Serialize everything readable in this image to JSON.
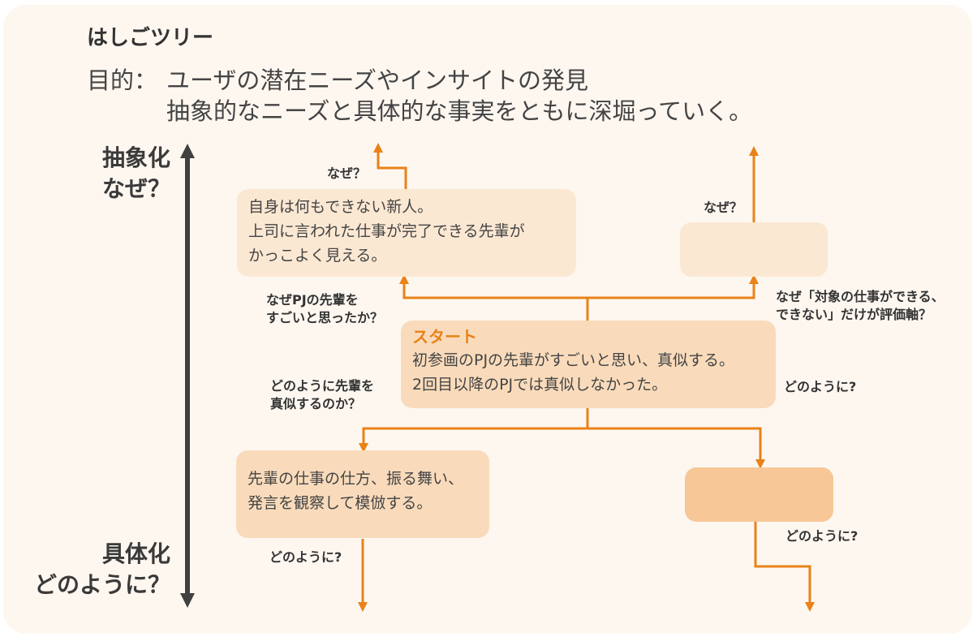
{
  "title": "はしごツリー",
  "purpose": {
    "label": "目的：",
    "line1": "ユーザの潜在ニーズやインサイトの発見",
    "line2": "抽象的なニーズと具体的な事実をともに深堀っていく。"
  },
  "axis": {
    "top_line1": "抽象化",
    "top_line2": "なぜ？",
    "bottom_line1": "具体化",
    "bottom_line2": "どのように？"
  },
  "start_box": {
    "heading": "スタート",
    "line1": "初参画のPJの先輩がすごいと思い、真似する。",
    "line2": "2回目以降のPJでは真似しなかった。"
  },
  "upper_left_box": {
    "line1": "自身は何もできない新人。",
    "line2": "上司に言われた仕事が完了できる先輩が",
    "line3": "かっこよく見える。"
  },
  "upper_right_box": {
    "text": ""
  },
  "lower_left_box": {
    "line1": "先輩の仕事の仕方、振る舞い、",
    "line2": "発言を観察して模倣する。"
  },
  "lower_right_box": {
    "text": ""
  },
  "labels": {
    "why_top_left": "なぜ？",
    "why_top_right": "なぜ？",
    "why_left_line1": "なぜPJの先輩を",
    "why_left_line2": "すごいと思ったか？",
    "why_right_line1": "なぜ「対象の仕事ができる、",
    "why_right_line2": "できない」だけが評価軸？",
    "how_left_line1": "どのように先輩を",
    "how_left_line2": "真似するのか？",
    "how_right": "どのように?",
    "how_bottom_left": "どのように?",
    "how_bottom_right": "どのように?"
  },
  "colors": {
    "connector": "#e98218",
    "axis_arrow": "#404040",
    "panel_background": "#fdf7f0",
    "box_light": "#fbe8d3",
    "box_mid": "#f9dbbb",
    "box_strong": "#f7c797",
    "start_heading": "#e98218"
  }
}
